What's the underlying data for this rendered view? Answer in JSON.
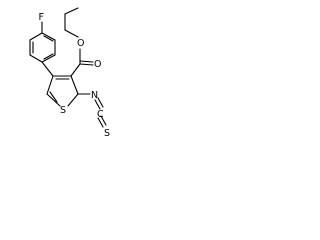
{
  "molecule": {
    "atoms": {
      "fluorine": "F",
      "ester_carbonyl_oxygen": "O",
      "ester_ether_oxygen": "O",
      "thiophene_sulfur": "S",
      "isothiocyanate_nitrogen": "N",
      "isothiocyanate_carbon": "C",
      "isothiocyanate_sulfur": "S"
    }
  }
}
